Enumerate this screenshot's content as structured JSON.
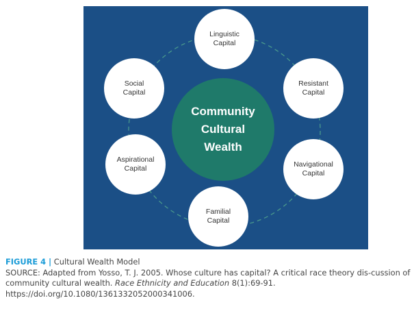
{
  "diagram": {
    "center": "Community\nCultural\nWealth",
    "nodes": [
      {
        "id": "linguistic",
        "label": "Linguistic\nCapital"
      },
      {
        "id": "resistant",
        "label": "Resistant\nCapital"
      },
      {
        "id": "navigational",
        "label": "Navigational\nCapital"
      },
      {
        "id": "familial",
        "label": "Familial\nCapital"
      },
      {
        "id": "aspirational",
        "label": "Aspirational\nCapital"
      },
      {
        "id": "social",
        "label": "Social\nCapital"
      }
    ],
    "colors": {
      "panel": "#1b4f86",
      "center": "#1f7a6a",
      "node": "#ffffff",
      "ring": "#4a9a8c"
    }
  },
  "caption": {
    "figure_label": "FIGURE 4 |",
    "figure_title": " Cultural Wealth Model",
    "source_prefix": "SOURCE: Adapted from Yosso, T. J. 2005. Whose culture has capital? A critical race theory dis-cussion of community cultural wealth. ",
    "source_journal": "Race Ethnicity and Education",
    "source_suffix": " 8(1):69-91. https://doi.org/10.1080/1361332052000341006."
  }
}
